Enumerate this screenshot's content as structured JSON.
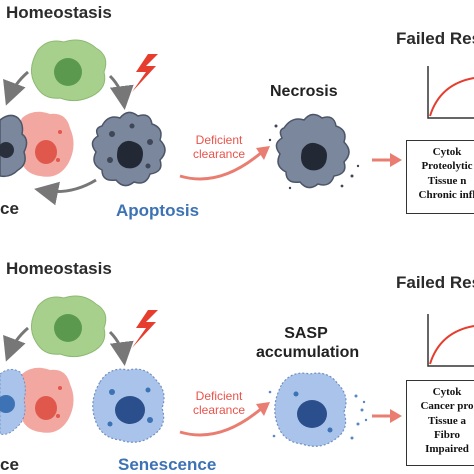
{
  "panels": [
    {
      "homeostasis": "Homeostasis",
      "left_fragment": "ce",
      "cell_state": "Apoptosis",
      "clearance": [
        "Deficient",
        "clearance"
      ],
      "outcome_lines": [
        "Necrosis"
      ],
      "failed_title": "Failed Res",
      "effects": [
        "Cytok",
        "Proteolytic",
        "Tissue n",
        "Chronic infl"
      ]
    },
    {
      "homeostasis": "Homeostasis",
      "left_fragment": "ce",
      "cell_state": "Senescence",
      "clearance": [
        "Deficient",
        "clearance"
      ],
      "outcome_lines": [
        "SASP",
        "accumulation"
      ],
      "failed_title": "Failed Res",
      "effects": [
        "Cytok",
        "Cancer pro",
        "Tissue a",
        "Fibro",
        "Impaired"
      ]
    }
  ],
  "colors": {
    "cell_gray_fill": "#7a879c",
    "cell_blue_fill": "#a9c3ea",
    "healthy_green": "#a8d08d",
    "damaged_red": "#f2a8a0",
    "arrow_salmon": "#ea7d72",
    "bolt_red": "#e53d2e",
    "state_blue": "#3d72b4"
  }
}
